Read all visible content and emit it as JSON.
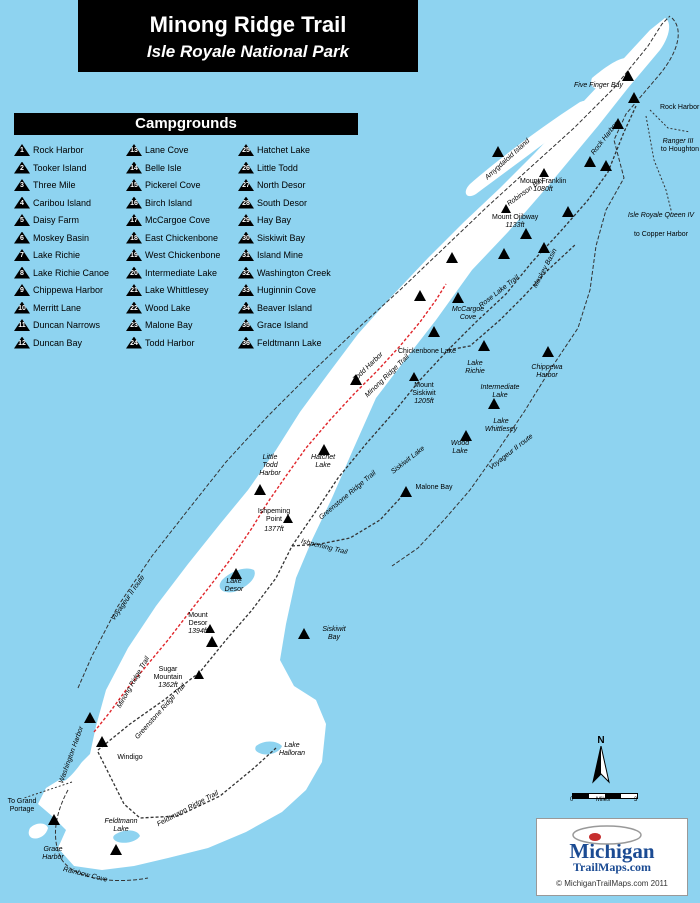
{
  "title": "Minong Ridge Trail",
  "subtitle": "Isle Royale National Park",
  "campgrounds_header": "Campgrounds",
  "campgrounds": [
    {
      "num": "1",
      "name": "Rock Harbor"
    },
    {
      "num": "2",
      "name": "Tooker Island"
    },
    {
      "num": "3",
      "name": "Three Mile"
    },
    {
      "num": "4",
      "name": "Caribou Island"
    },
    {
      "num": "5",
      "name": "Daisy Farm"
    },
    {
      "num": "6",
      "name": "Moskey Basin"
    },
    {
      "num": "7",
      "name": "Lake Richie"
    },
    {
      "num": "8",
      "name": "Lake Richie Canoe"
    },
    {
      "num": "9",
      "name": "Chippewa Harbor"
    },
    {
      "num": "10",
      "name": "Merritt Lane"
    },
    {
      "num": "11",
      "name": "Duncan Narrows"
    },
    {
      "num": "12",
      "name": "Duncan Bay"
    },
    {
      "num": "13",
      "name": "Lane Cove"
    },
    {
      "num": "14",
      "name": "Belle Isle"
    },
    {
      "num": "15",
      "name": "Pickerel Cove"
    },
    {
      "num": "16",
      "name": "Birch Island"
    },
    {
      "num": "17",
      "name": "McCargoe Cove"
    },
    {
      "num": "18",
      "name": "East Chickenbone"
    },
    {
      "num": "19",
      "name": "West Chickenbone"
    },
    {
      "num": "20",
      "name": "Intermediate Lake"
    },
    {
      "num": "21",
      "name": "Lake Whittlesey"
    },
    {
      "num": "22",
      "name": "Wood Lake"
    },
    {
      "num": "23",
      "name": "Malone Bay"
    },
    {
      "num": "24",
      "name": "Todd Harbor"
    },
    {
      "num": "25",
      "name": "Hatchet Lake"
    },
    {
      "num": "26",
      "name": "Little Todd"
    },
    {
      "num": "27",
      "name": "North Desor"
    },
    {
      "num": "28",
      "name": "South Desor"
    },
    {
      "num": "29",
      "name": "Hay Bay"
    },
    {
      "num": "30",
      "name": "Siskiwit Bay"
    },
    {
      "num": "31",
      "name": "Island Mine"
    },
    {
      "num": "32",
      "name": "Washington Creek"
    },
    {
      "num": "33",
      "name": "Huginnin Cove"
    },
    {
      "num": "34",
      "name": "Beaver Island"
    },
    {
      "num": "35",
      "name": "Grace Island"
    },
    {
      "num": "36",
      "name": "Feldtmann Lake"
    }
  ],
  "labels": {
    "five_finger_bay": "Five Finger Bay",
    "rock_harbor": "Rock Harbor",
    "ranger_iii": "Ranger III",
    "to_houghton": "to Houghton",
    "isle_royale_queen": "Isle Royale Queen IV",
    "to_copper_harbor": "to Copper Harbor",
    "amygdaloid_island": "Amygdaloid Island",
    "robinson_bay": "Robinson Bay",
    "mount_franklin": "Mount Franklin",
    "mount_franklin_elev": "1080ft",
    "mount_ojibway": "Mount Ojibway",
    "mount_ojibway_elev": "1133ft",
    "mccargoe_cove": "McCargoe Cove",
    "rose_lake_trail": "Rose Lake Trail",
    "moskey_basin": "Moskey Basin",
    "rock_harbor_trail": "Rock Harbor",
    "chickenbone_lake": "Chickenbone Lake",
    "lake_richie": "Lake Richie",
    "chippewa_harbor": "Chippewa Harbor",
    "todd_harbor": "Todd Harbor",
    "minong_ridge_trail": "Minong Ridge Trail",
    "mount_siskiwit": "Mount Siskiwit",
    "mount_siskiwit_elev": "1205ft",
    "intermediate_lake": "Intermediate Lake",
    "lake_whittlesey": "Lake Whittlesey",
    "wood_lake": "Wood Lake",
    "voyageur_ii_route_east": "Voyageur II route",
    "siskiwit_lake": "Siskiwit Lake",
    "malone_bay": "Malone Bay",
    "little_todd_harbor": "Little Todd Harbor",
    "hatchet_lake": "Hatchet Lake",
    "greenstone_ridge_trail": "Greenstone Ridge Trail",
    "ishpeming_point": "Ishpeming Point",
    "ishpeming_point_elev": "1377ft",
    "ishpeming_trail": "Ishpeming Trail",
    "voyageur_ii_route_west": "Voyageur II route",
    "lake_desor": "Lake Desor",
    "mount_desor": "Mount Desor",
    "mount_desor_elev": "1394ft",
    "siskiwit_bay": "Siskiwit Bay",
    "sugar_mountain": "Sugar Mountain",
    "sugar_mountain_elev": "1362ft",
    "minong_ridge_trail_west": "Minong Ridge Trail",
    "greenstone_ridge_trail_west": "Greenstone Ridge Trail",
    "lake_halloran": "Lake Halloran",
    "windigo": "Windigo",
    "washington_harbor": "Washington Harbor",
    "to_grand_portage": "To Grand Portage",
    "feldtmann_lake": "Feldtmann Lake",
    "feldtmann_ridge_trail": "Feldtmann Ridge Trail",
    "grace_harbor": "Grace Harbor",
    "rainbow_cove": "Rainbow Cove"
  },
  "scale": {
    "zero": "0",
    "unit": "Miles",
    "max": "3"
  },
  "north": "N",
  "logo": {
    "name": "Michigan",
    "sub": "TrailMaps.com",
    "url": "© MichiganTrailMaps.com 2011"
  },
  "colors": {
    "water": "#8ed3f0",
    "land": "#ffffff",
    "trail": "#333333",
    "minong_trail": "#e0262b",
    "ferry_route": "#333333"
  }
}
